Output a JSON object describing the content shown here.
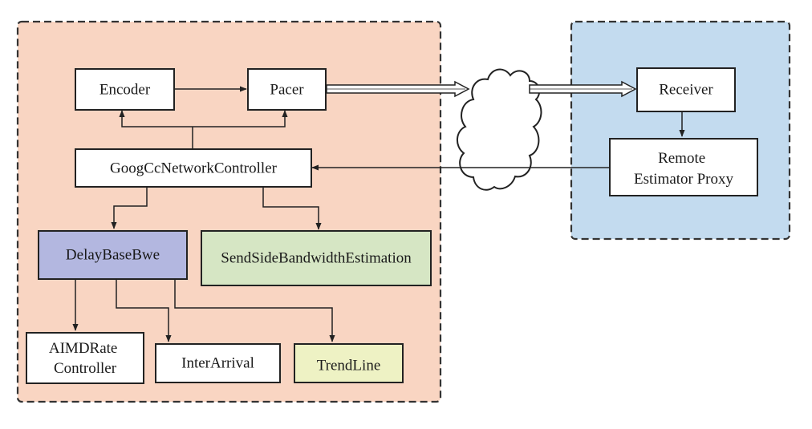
{
  "left_panel": {
    "fill": "#f9d5c2",
    "nodes": {
      "encoder": "Encoder",
      "pacer": "Pacer",
      "controller": "GoogCcNetworkController",
      "delay_bwe": "DelayBaseBwe",
      "send_side": "SendSideBandwidthEstimation",
      "aimd_line1": "AIMDRate",
      "aimd_line2": "Controller",
      "inter_arrival": "InterArrival",
      "trend_line": "TrendLine"
    }
  },
  "right_panel": {
    "fill": "#c3dbef",
    "nodes": {
      "receiver": "Receiver",
      "remote_line1": "Remote",
      "remote_line2": "Estimator Proxy"
    }
  },
  "colors": {
    "delay_bwe": "#b3b7e0",
    "send_side": "#d6e6c4",
    "trend_line": "#eef2c4"
  }
}
